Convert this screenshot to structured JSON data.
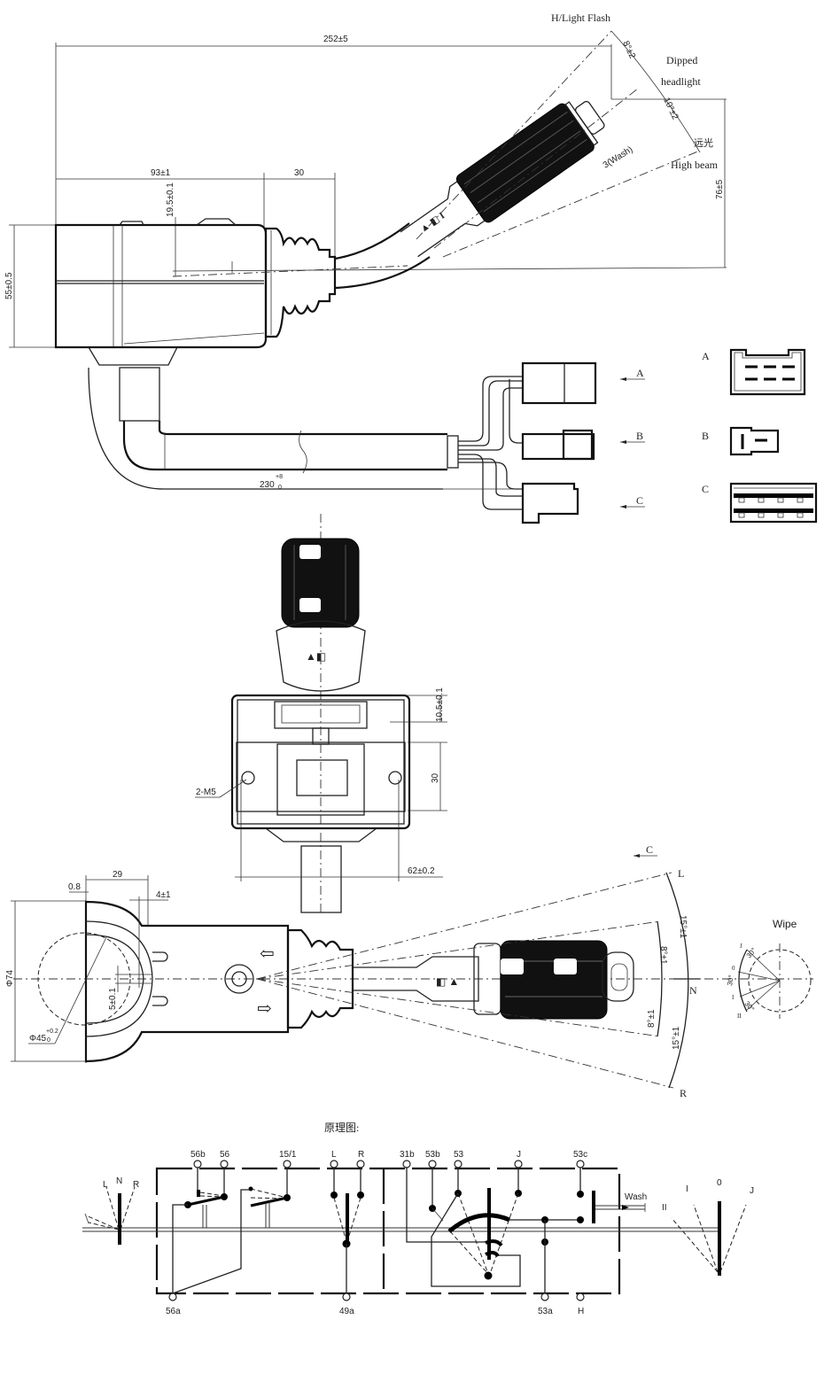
{
  "side_view": {
    "dims": {
      "overall_length": "252±5",
      "housing_length": "93±1",
      "boot_length": "30",
      "housing_height": "55±0.5",
      "axis_offset": "19.5±0.1",
      "lever_height": "76±5",
      "flash_angle": "8°±2",
      "dipped_angle": "10°±2",
      "wash_travel": "3(Wash)",
      "cable_length": "230",
      "cable_tol_upper": "+8",
      "cable_tol_lower": "0"
    },
    "labels": {
      "flash": "H/Light Flash",
      "dipped_1": "Dipped",
      "dipped_2": "headlight",
      "high_beam_cn": "远光",
      "high_beam": "High beam"
    },
    "connector_arrows": [
      "A",
      "B",
      "C"
    ]
  },
  "connector_views": [
    {
      "label": "A"
    },
    {
      "label": "B"
    },
    {
      "label": "C"
    }
  ],
  "front_view": {
    "dims": {
      "top": "10.5±0.1",
      "height": "30",
      "width": "62±0.2"
    },
    "thread": "2-M5"
  },
  "top_view": {
    "dims": {
      "diameter": "Φ74",
      "width": "29",
      "wall": "0.8",
      "offset": "4±1",
      "slot": "5±0.1",
      "bore": "Φ45",
      "bore_tol_upper": "+0.2",
      "bore_tol_lower": "0"
    },
    "view_arrow": "C",
    "indicator_positions": {
      "left": "L",
      "neutral": "N",
      "right": "R"
    },
    "angles": {
      "outer_left": "15°±1",
      "inner_left": "8°±1",
      "inner_right": "8°±1",
      "outer_right": "15°±1"
    },
    "wipe": {
      "title": "Wipe",
      "positions": [
        "J",
        "0",
        "I",
        "II"
      ],
      "angles": [
        "30°",
        "30°",
        "30°"
      ]
    }
  },
  "schematic": {
    "title": "原理图:",
    "top_terminals": [
      "56b",
      "56",
      "15/1",
      "L",
      "R",
      "31b",
      "53b",
      "53",
      "J",
      "53c"
    ],
    "bottom_terminals": [
      "56a",
      "49a",
      "53a",
      "H"
    ],
    "lever_left": [
      "L",
      "N",
      "R"
    ],
    "wash_label": "Wash",
    "lever_right": [
      "II",
      "I",
      "0",
      "J"
    ]
  }
}
